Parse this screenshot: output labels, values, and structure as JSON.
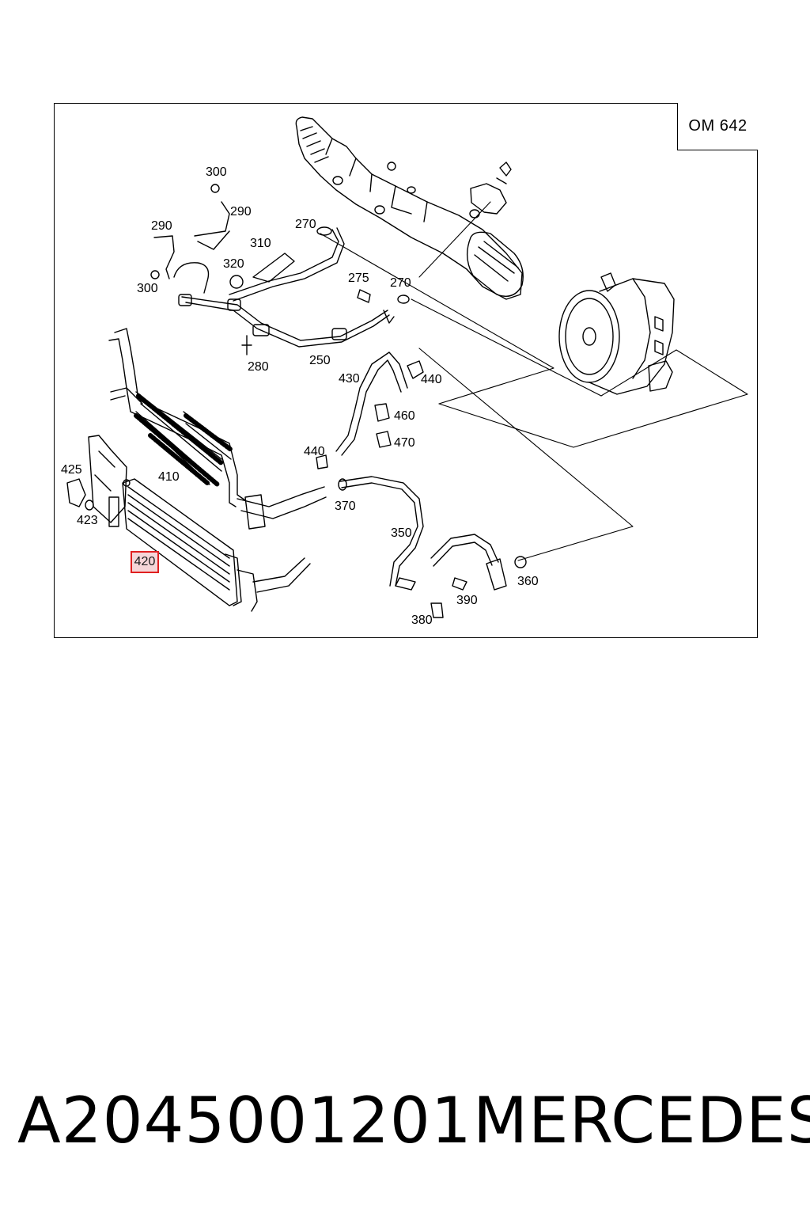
{
  "diagram": {
    "engine_code": "OM 642",
    "highlighted_callout": "420",
    "callouts": [
      {
        "id": "c300a",
        "label": "300"
      },
      {
        "id": "c290a",
        "label": "290"
      },
      {
        "id": "c290b",
        "label": "290"
      },
      {
        "id": "c300b",
        "label": "300"
      },
      {
        "id": "c310",
        "label": "310"
      },
      {
        "id": "c320",
        "label": "320"
      },
      {
        "id": "c270a",
        "label": "270"
      },
      {
        "id": "c275",
        "label": "275"
      },
      {
        "id": "c270b",
        "label": "270"
      },
      {
        "id": "c280",
        "label": "280"
      },
      {
        "id": "c250",
        "label": "250"
      },
      {
        "id": "c430",
        "label": "430"
      },
      {
        "id": "c440a",
        "label": "440"
      },
      {
        "id": "c460",
        "label": "460"
      },
      {
        "id": "c470",
        "label": "470"
      },
      {
        "id": "c440b",
        "label": "440"
      },
      {
        "id": "c410",
        "label": "410"
      },
      {
        "id": "c425",
        "label": "425"
      },
      {
        "id": "c423",
        "label": "423"
      },
      {
        "id": "c370",
        "label": "370"
      },
      {
        "id": "c350",
        "label": "350"
      },
      {
        "id": "c360",
        "label": "360"
      },
      {
        "id": "c390",
        "label": "390"
      },
      {
        "id": "c380",
        "label": "380"
      }
    ]
  },
  "footer": {
    "part_number": "A2045001201",
    "brand": "MERCEDES"
  },
  "colors": {
    "highlight_border": "#e02020",
    "highlight_fill": "#f5d6d8",
    "line": "#000000"
  }
}
